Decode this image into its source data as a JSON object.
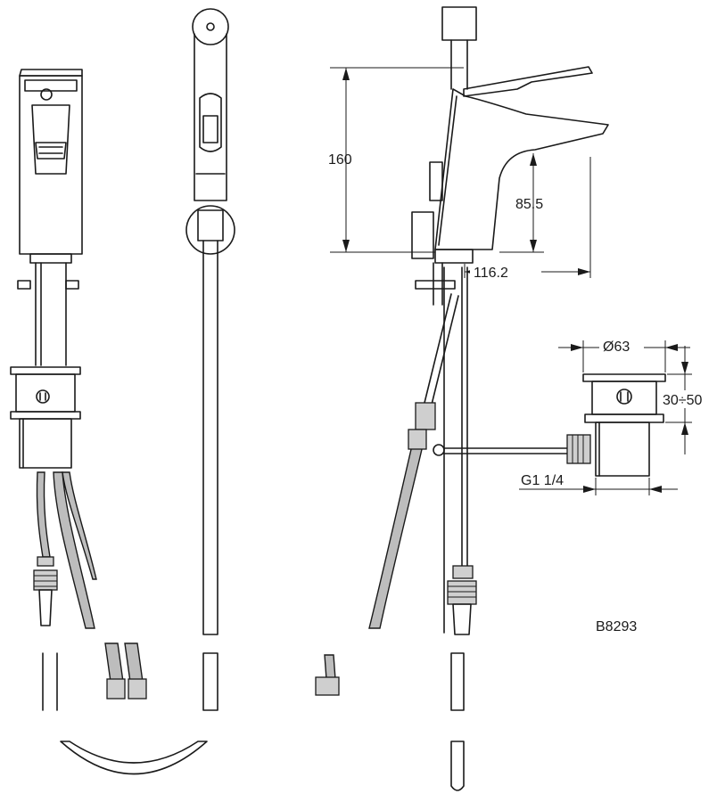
{
  "dimensions": {
    "overall_height": "160",
    "spout_clearance": "85.5",
    "spout_reach": "116.2",
    "waste_diameter": "Ø63",
    "waste_adjust": "30÷50",
    "waste_thread": "G1 1/4"
  },
  "drawing_code": "B8293"
}
